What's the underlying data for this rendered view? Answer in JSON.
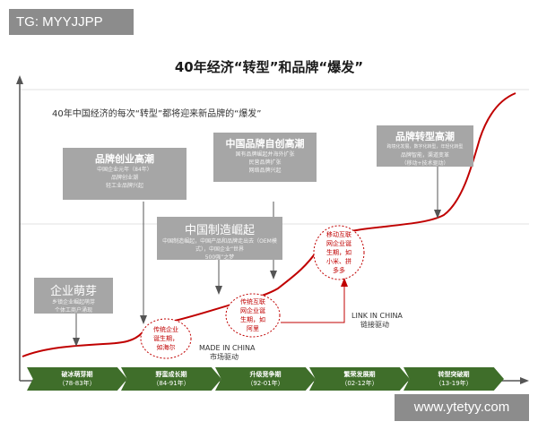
{
  "tag": "TG: MYYJJPP",
  "website": "www.ytetyy.com",
  "title": "40年经济“转型”和品牌“爆发”",
  "subtitle": "40年中国经济的每次“转型”都将迎来新品牌的“爆发”",
  "boxes": [
    {
      "title": "企业萌芽",
      "lines": [
        "乡镇企业崛起萌芽",
        "个体工商户涌现"
      ]
    },
    {
      "title": "品牌创业高潮",
      "lines": [
        "中国企业元年（84年）",
        "品牌创业潮",
        "轻工业品牌兴起"
      ]
    },
    {
      "title": "中国制造崛起",
      "lines": [
        "中国制造崛起，中国产品和品牌走出去（OEM模式），中国企业“世界",
        "500强”之梦"
      ]
    },
    {
      "title": "中国品牌自创高潮",
      "lines": [
        "国有品牌崛起并海外扩张",
        "民营品牌扩张",
        "网络品牌兴起"
      ]
    },
    {
      "title": "品牌转型高潮",
      "lines": [
        "跨境化发展，数字化转型，年轻化转型",
        "品牌智能，渠道变革",
        "（移动+技术驱动）"
      ]
    }
  ],
  "circles": [
    {
      "text": [
        "传统企业",
        "诞生期，",
        "如海尔"
      ]
    },
    {
      "text": [
        "传统互联",
        "网企业诞",
        "生期，如",
        "阿里"
      ]
    },
    {
      "text": [
        "移动互联",
        "网企业诞",
        "生期，如",
        "小米、拼",
        "多多"
      ]
    }
  ],
  "made_in_china": [
    "MADE IN CHINA",
    "市场驱动"
  ],
  "link_in_china": [
    "LINK IN CHINA",
    "链接驱动"
  ],
  "periods": [
    {
      "name": "破冰萌芽期",
      "years": "（78-83年）"
    },
    {
      "name": "野蛮成长期",
      "years": "（84-91年）"
    },
    {
      "name": "升级竞争期",
      "years": "（92-01年）"
    },
    {
      "name": "繁荣发展期",
      "years": "（02-12年）"
    },
    {
      "name": "转型突破期",
      "years": "（13-19年）"
    }
  ],
  "colors": {
    "curve": "#c00000",
    "box": "#a6a6a6",
    "arrow": "#3f6e2a",
    "badge": "#8c8c8c"
  }
}
